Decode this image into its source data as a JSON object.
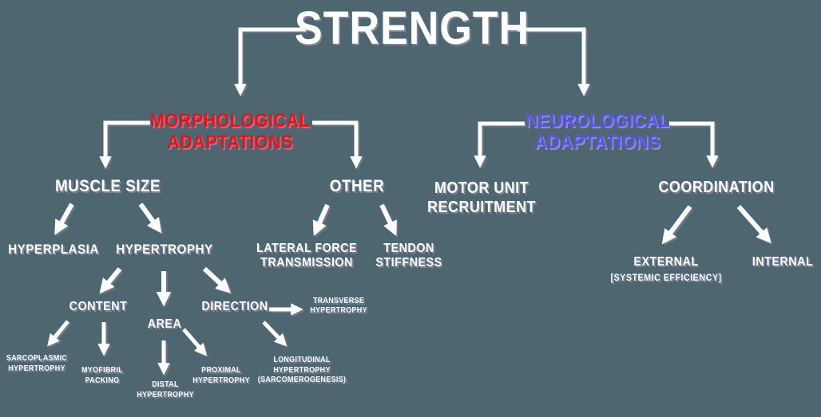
{
  "background": "#4d6670",
  "colors": {
    "red": "#f50d14",
    "blue": "#5a50ef",
    "white": "#ffffff"
  },
  "nodes": {
    "strength": {
      "label": "STRENGTH"
    },
    "morphological": {
      "line1": "MORPHOLOGICAL",
      "line2": "ADAPTATIONS",
      "color": "#f50d14"
    },
    "neurological": {
      "line1": "NEUROLOGICAL",
      "line2": "ADAPTATIONS",
      "color": "#5a50ef"
    },
    "muscle_size": {
      "label": "MUSCLE SIZE"
    },
    "other": {
      "label": "OTHER"
    },
    "hyperplasia": {
      "label": "HYPERPLASIA"
    },
    "hypertrophy": {
      "label": "HYPERTROPHY"
    },
    "lateral_force": {
      "line1": "LATERAL FORCE",
      "line2": "TRANSMISSION"
    },
    "tendon": {
      "line1": "TENDON",
      "line2": "STIFFNESS"
    },
    "motor_unit": {
      "line1": "MOTOR UNIT",
      "line2": "RECRUITMENT"
    },
    "coordination": {
      "label": "COORDINATION"
    },
    "content": {
      "label": "CONTENT"
    },
    "area": {
      "label": "AREA"
    },
    "direction": {
      "label": "DIRECTION"
    },
    "transverse": {
      "line1": "TRANSVERSE",
      "line2": "HYPERTROPHY"
    },
    "sarcoplasmic": {
      "line1": "SARCOPLASMIC",
      "line2": "HYPERTROPHY"
    },
    "myofibril": {
      "line1": "MYOFIBRIL",
      "line2": "PACKING"
    },
    "distal": {
      "line1": "DISTAL",
      "line2": "HYPERTROPHY"
    },
    "proximal": {
      "line1": "PROXIMAL",
      "line2": "HYPERTROPHY"
    },
    "longitudinal": {
      "line1": "LONGITUDINAL",
      "line2": "HYPERTROPHY",
      "line3": "(SARCOMEROGENESIS)"
    },
    "external": {
      "label": "EXTERNAL",
      "sub": "[SYSTEMIC EFFICIENCY]"
    },
    "internal": {
      "label": "INTERNAL"
    }
  },
  "edges": [
    {
      "from": "STRENGTH",
      "to": "MORPHOLOGICAL ADAPTATIONS"
    },
    {
      "from": "STRENGTH",
      "to": "NEUROLOGICAL ADAPTATIONS"
    },
    {
      "from": "MORPHOLOGICAL ADAPTATIONS",
      "to": "MUSCLE SIZE"
    },
    {
      "from": "MORPHOLOGICAL ADAPTATIONS",
      "to": "OTHER"
    },
    {
      "from": "MUSCLE SIZE",
      "to": "HYPERPLASIA"
    },
    {
      "from": "MUSCLE SIZE",
      "to": "HYPERTROPHY"
    },
    {
      "from": "HYPERTROPHY",
      "to": "CONTENT"
    },
    {
      "from": "HYPERTROPHY",
      "to": "AREA"
    },
    {
      "from": "HYPERTROPHY",
      "to": "DIRECTION"
    },
    {
      "from": "CONTENT",
      "to": "SARCOPLASMIC HYPERTROPHY"
    },
    {
      "from": "CONTENT",
      "to": "MYOFIBRIL PACKING"
    },
    {
      "from": "AREA",
      "to": "DISTAL HYPERTROPHY"
    },
    {
      "from": "AREA",
      "to": "PROXIMAL HYPERTROPHY"
    },
    {
      "from": "DIRECTION",
      "to": "TRANSVERSE HYPERTROPHY"
    },
    {
      "from": "DIRECTION",
      "to": "LONGITUDINAL HYPERTROPHY (SARCOMEROGENESIS)"
    },
    {
      "from": "OTHER",
      "to": "LATERAL FORCE TRANSMISSION"
    },
    {
      "from": "OTHER",
      "to": "TENDON STIFFNESS"
    },
    {
      "from": "NEUROLOGICAL ADAPTATIONS",
      "to": "MOTOR UNIT RECRUITMENT"
    },
    {
      "from": "NEUROLOGICAL ADAPTATIONS",
      "to": "COORDINATION"
    },
    {
      "from": "COORDINATION",
      "to": "EXTERNAL [SYSTEMIC EFFICIENCY]"
    },
    {
      "from": "COORDINATION",
      "to": "INTERNAL"
    }
  ]
}
